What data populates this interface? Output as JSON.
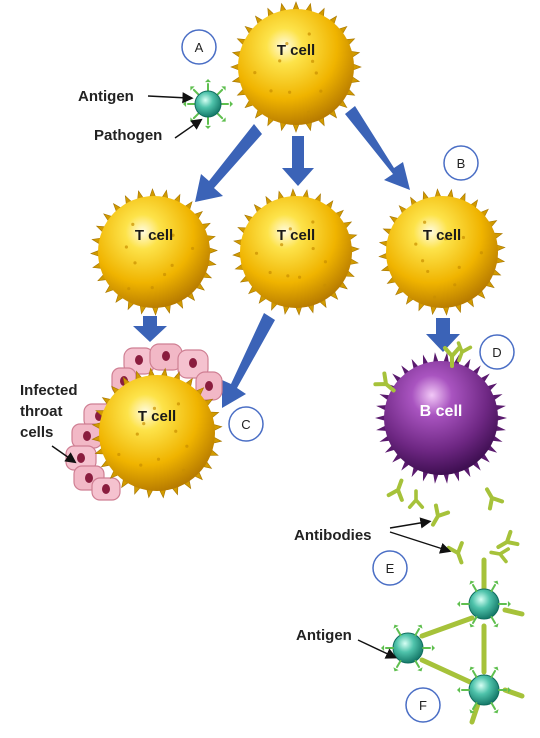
{
  "labels": {
    "antigen_top": "Antigen",
    "pathogen": "Pathogen",
    "infected": [
      "Infected",
      "throat",
      "cells"
    ],
    "antibodies": "Antibodies",
    "antigen_bottom": "Antigen"
  },
  "cells": {
    "t_cell": "T cell",
    "b_cell": "B cell"
  },
  "markers": {
    "a": "A",
    "b": "B",
    "c": "C",
    "d": "D",
    "e": "E",
    "f": "F"
  },
  "colors": {
    "t_cell": "#f2b705",
    "b_cell": "#7a2a8c",
    "arrow": "#3b63b7",
    "antibody": "#a6c23a",
    "antigen": "#3cb39a",
    "pink_cells": "#f2b8c6"
  }
}
